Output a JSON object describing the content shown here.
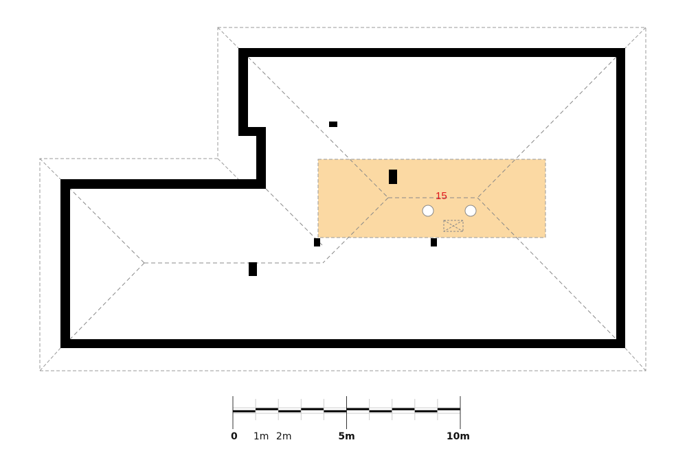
{
  "plan": {
    "area_label": "15",
    "area_label_color": "#e0161b",
    "highlight_color": "#fbd9a3",
    "wall_color": "#000000"
  },
  "scale_bar": {
    "labels": [
      {
        "text": "0",
        "bold": true,
        "meters": 0
      },
      {
        "text": "1m",
        "bold": false,
        "meters": 1
      },
      {
        "text": "2m",
        "bold": false,
        "meters": 2
      },
      {
        "text": "5m",
        "bold": true,
        "meters": 5
      },
      {
        "text": "10m",
        "bold": true,
        "meters": 10
      }
    ],
    "total_meters": 10
  }
}
